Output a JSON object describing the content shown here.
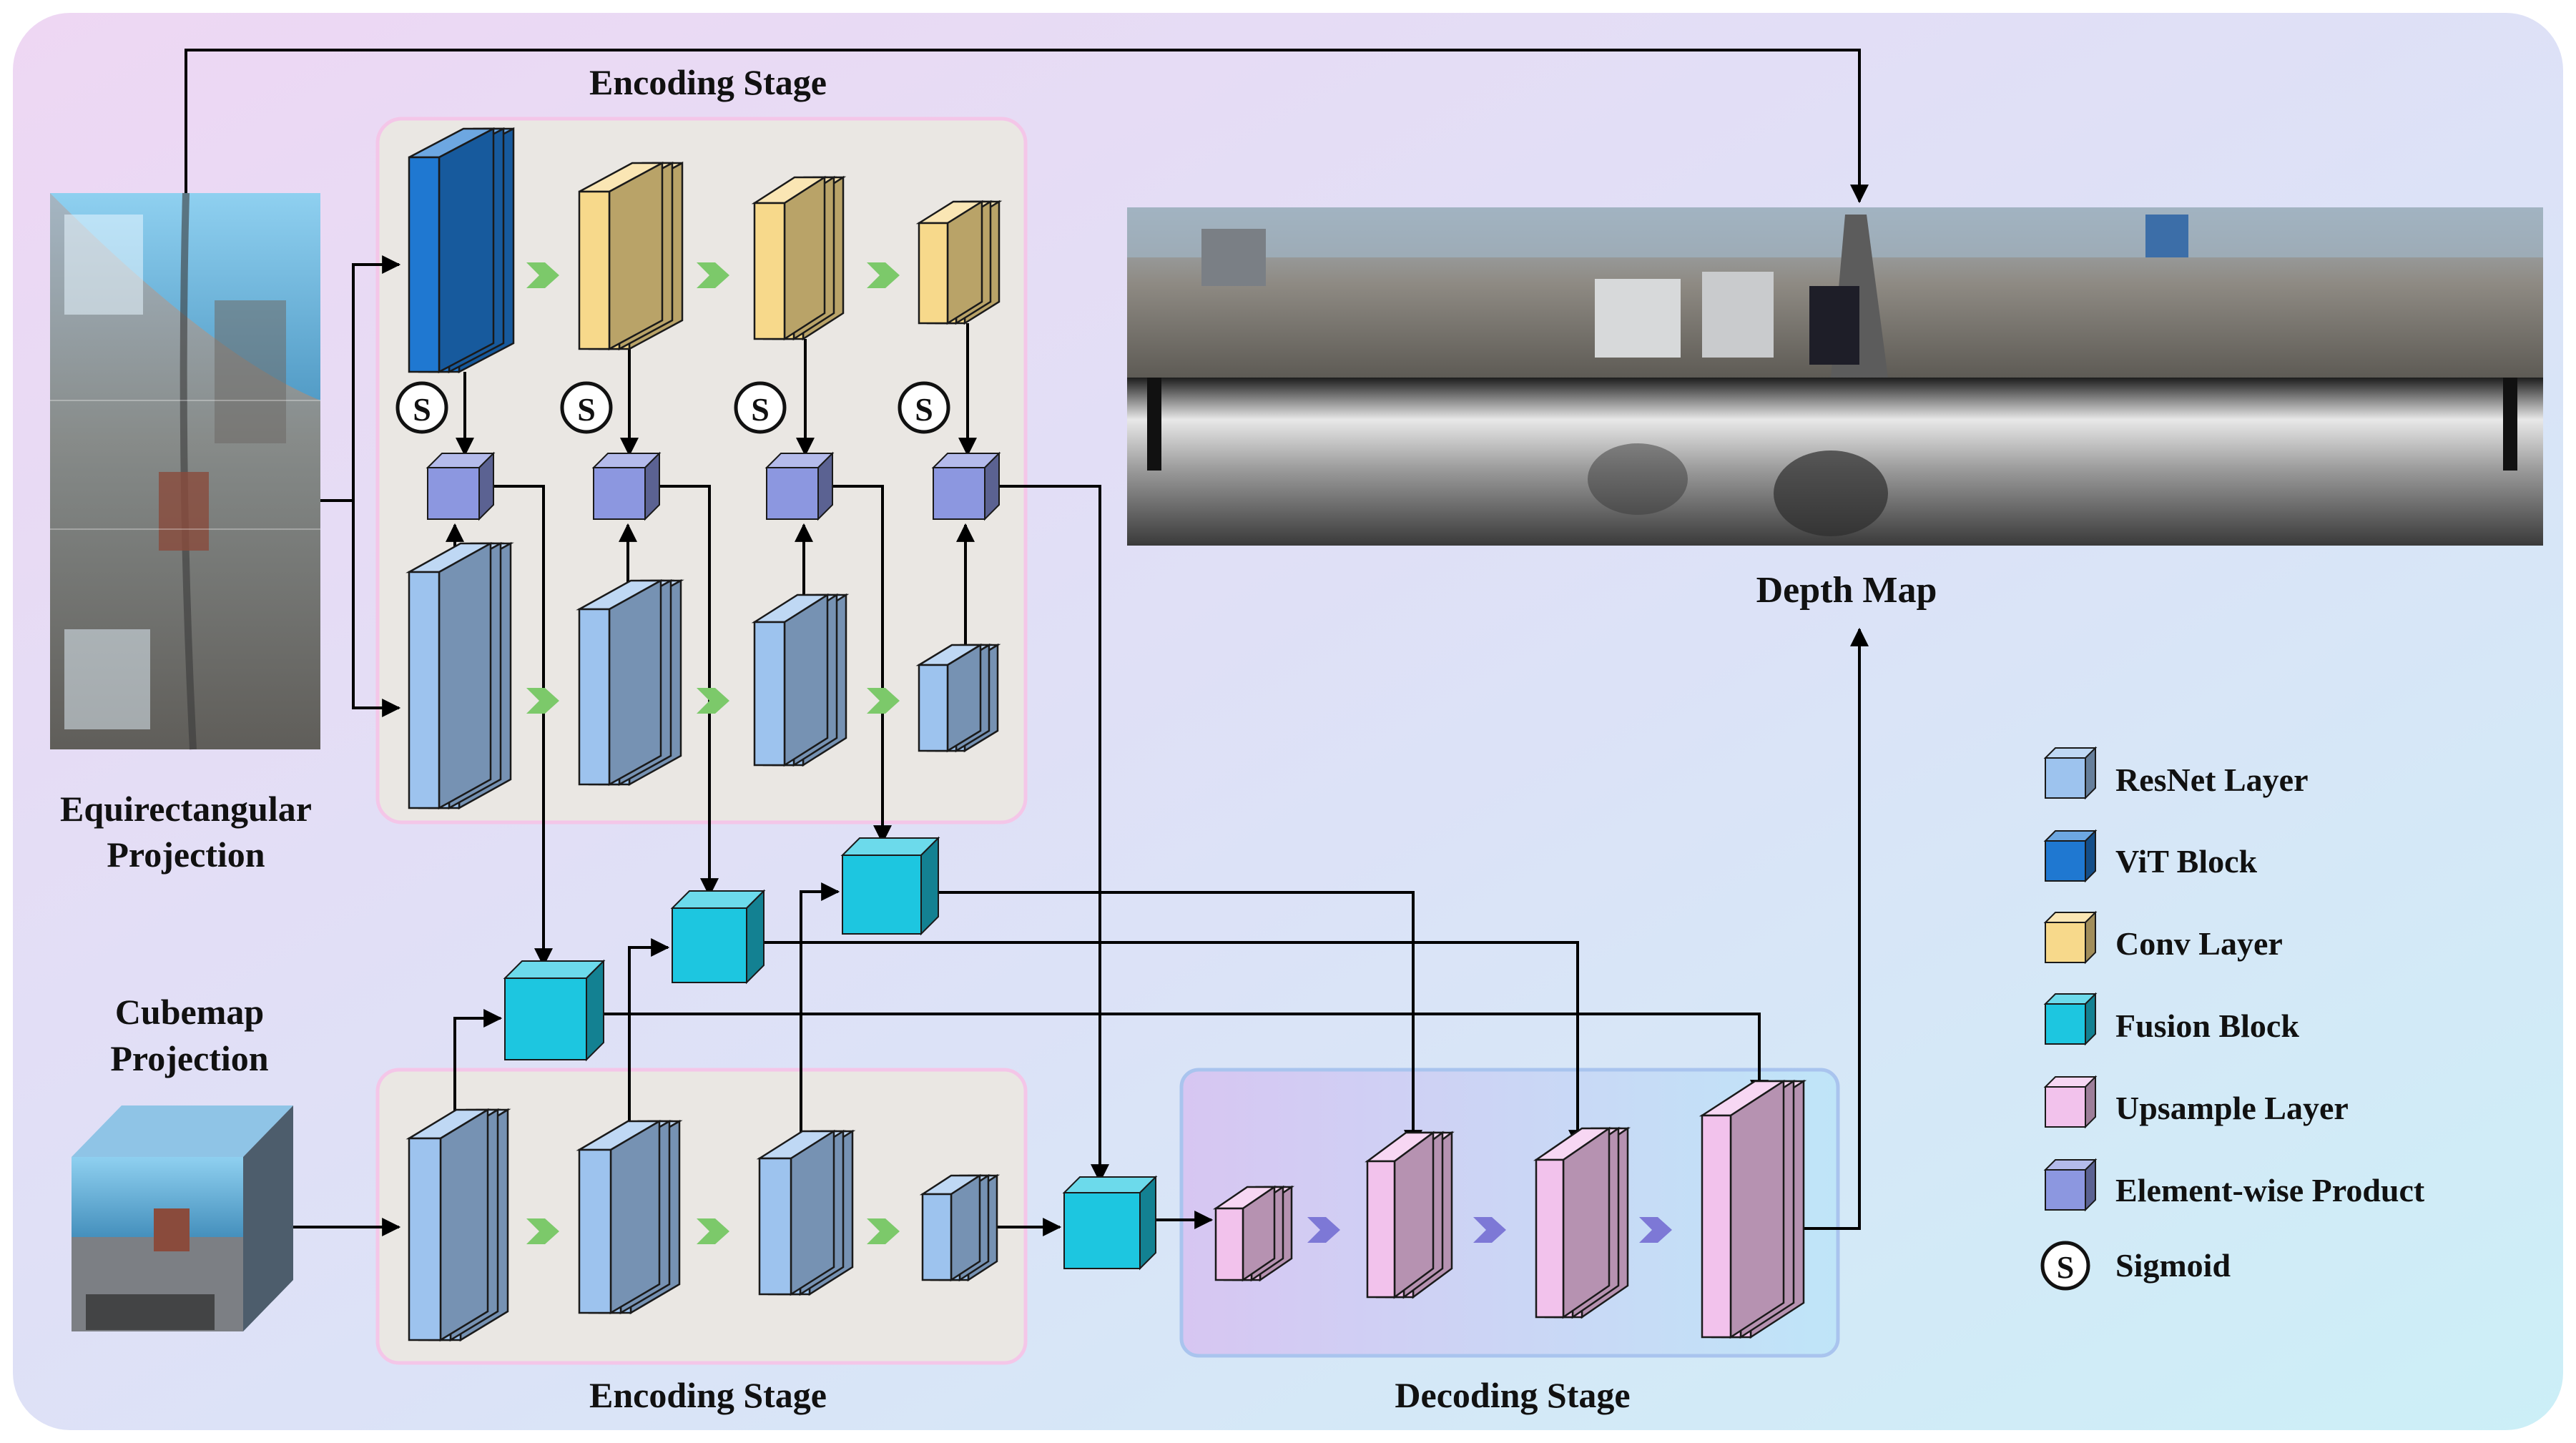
{
  "labels": {
    "encoding_top": "Encoding Stage",
    "encoding_bottom": "Encoding Stage",
    "decoding": "Decoding Stage",
    "depth_map": "Depth Map",
    "equirect_line1": "Equirectangular",
    "equirect_line2": "Projection",
    "cubemap_line1": "Cubemap",
    "cubemap_line2": "Projection",
    "sigmoid_symbol": "S"
  },
  "legend": [
    {
      "label": "ResNet Layer",
      "color": "#9DC3EE"
    },
    {
      "label": "ViT  Block",
      "color": "#1F78D1"
    },
    {
      "label": "Conv Layer",
      "color": "#F7D98B"
    },
    {
      "label": "Fusion Block",
      "color": "#1DC6E0"
    },
    {
      "label": "Upsample Layer",
      "color": "#F2C2EC"
    },
    {
      "label": "Element-wise Product",
      "color": "#8C97E0"
    },
    {
      "label": "Sigmoid",
      "color": "#ffffff"
    }
  ],
  "colors": {
    "resnet": "#9DC3EE",
    "vit": "#1F78D1",
    "conv": "#F7D98B",
    "fusion": "#1DC6E0",
    "upsample": "#F2C2EC",
    "product": "#8C97E0",
    "chevron_green": "#7CC96A",
    "chevron_purple": "#7D78D6"
  }
}
